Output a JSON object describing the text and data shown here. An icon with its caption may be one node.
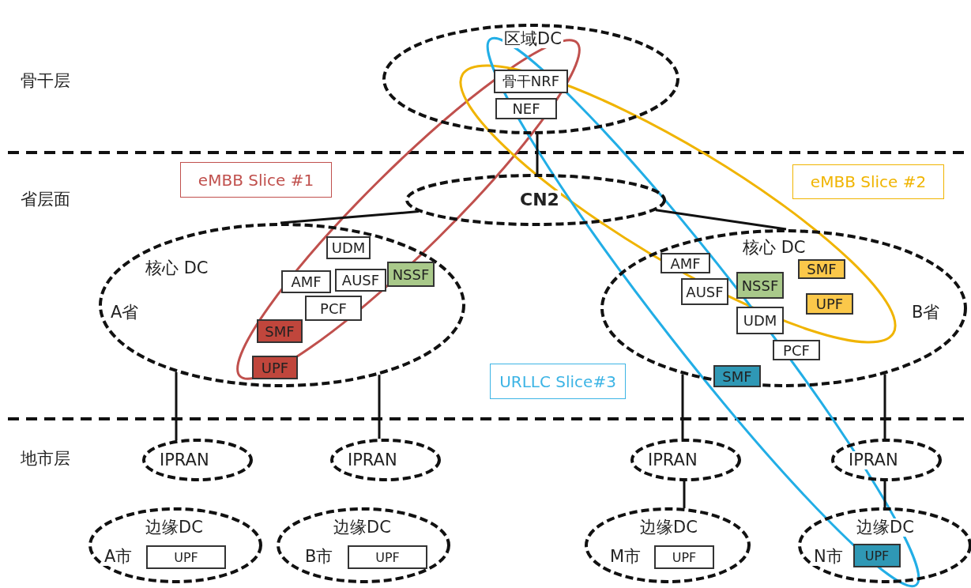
{
  "diagram": {
    "nodes": [
      {
        "text": [
          "区域DC"
        ]
      },
      {
        "text": [
          "骨干NRF"
        ],
        "in": 0
      },
      {
        "text": [
          "NEF"
        ],
        "in": 0
      },
      {
        "text": [
          "CN2"
        ]
      },
      {
        "text": [
          "核心 DC",
          "A省"
        ]
      },
      {
        "text": [
          "UDM"
        ],
        "in": 4
      },
      {
        "text": [
          "AMF"
        ],
        "in": 4
      },
      {
        "text": [
          "AUSF"
        ],
        "in": 4
      },
      {
        "text": [
          "NSSF"
        ],
        "in": 4
      },
      {
        "text": [
          "PCF"
        ],
        "in": 4
      },
      {
        "text": [
          "SMF"
        ],
        "in": 4
      },
      {
        "text": [
          "UPF"
        ],
        "in": 4
      },
      {
        "text": [
          "核心 DC",
          "B省"
        ]
      },
      {
        "text": [
          "AMF"
        ],
        "in": 12
      },
      {
        "text": [
          "AUSF"
        ],
        "in": 12
      },
      {
        "text": [
          "NSSF"
        ],
        "in": 12
      },
      {
        "text": [
          "SMF"
        ],
        "in": 12
      },
      {
        "text": [
          "UPF"
        ],
        "in": 12
      },
      {
        "text": [
          "UDM"
        ],
        "in": 12
      },
      {
        "text": [
          "PCF"
        ],
        "in": 12
      },
      {
        "text": [
          "SMF"
        ],
        "in": 12
      },
      {
        "text": [
          "IPRAN"
        ]
      },
      {
        "text": [
          "IPRAN"
        ]
      },
      {
        "text": [
          "IPRAN"
        ]
      },
      {
        "text": [
          "IPRAN"
        ]
      },
      {
        "text": [
          "边缘DC",
          "A市"
        ]
      },
      {
        "text": [
          "UPF"
        ],
        "in": 25
      },
      {
        "text": [
          "边缘DC",
          "B市"
        ]
      },
      {
        "text": [
          "UPF"
        ],
        "in": 27
      },
      {
        "text": [
          "边缘DC",
          "M市"
        ]
      },
      {
        "text": [
          "UPF"
        ],
        "in": 29
      },
      {
        "text": [
          "边缘DC",
          "N市"
        ]
      },
      {
        "text": [
          "UPF"
        ],
        "in": 31
      },
      {
        "text": [
          "eMBB Slice #1"
        ]
      },
      {
        "text": [
          "eMBB Slice #2"
        ]
      },
      {
        "text": [
          "URLLC Slice#3"
        ]
      }
    ],
    "edges": [
      {
        "from": 0,
        "to": 3,
        "arrow": "none"
      },
      {
        "from": 3,
        "to": 4,
        "arrow": "none"
      },
      {
        "from": 3,
        "to": 12,
        "arrow": "none"
      },
      {
        "from": 4,
        "to": 21,
        "arrow": "none"
      },
      {
        "from": 4,
        "to": 22,
        "arrow": "none"
      },
      {
        "from": 12,
        "to": 23,
        "arrow": "none"
      },
      {
        "from": 12,
        "to": 24,
        "arrow": "none"
      },
      {
        "from": 23,
        "to": 29,
        "arrow": "none"
      },
      {
        "from": 24,
        "to": 31,
        "arrow": "none"
      }
    ],
    "labels": [
      "骨干层",
      "省层面",
      "地市层"
    ]
  }
}
